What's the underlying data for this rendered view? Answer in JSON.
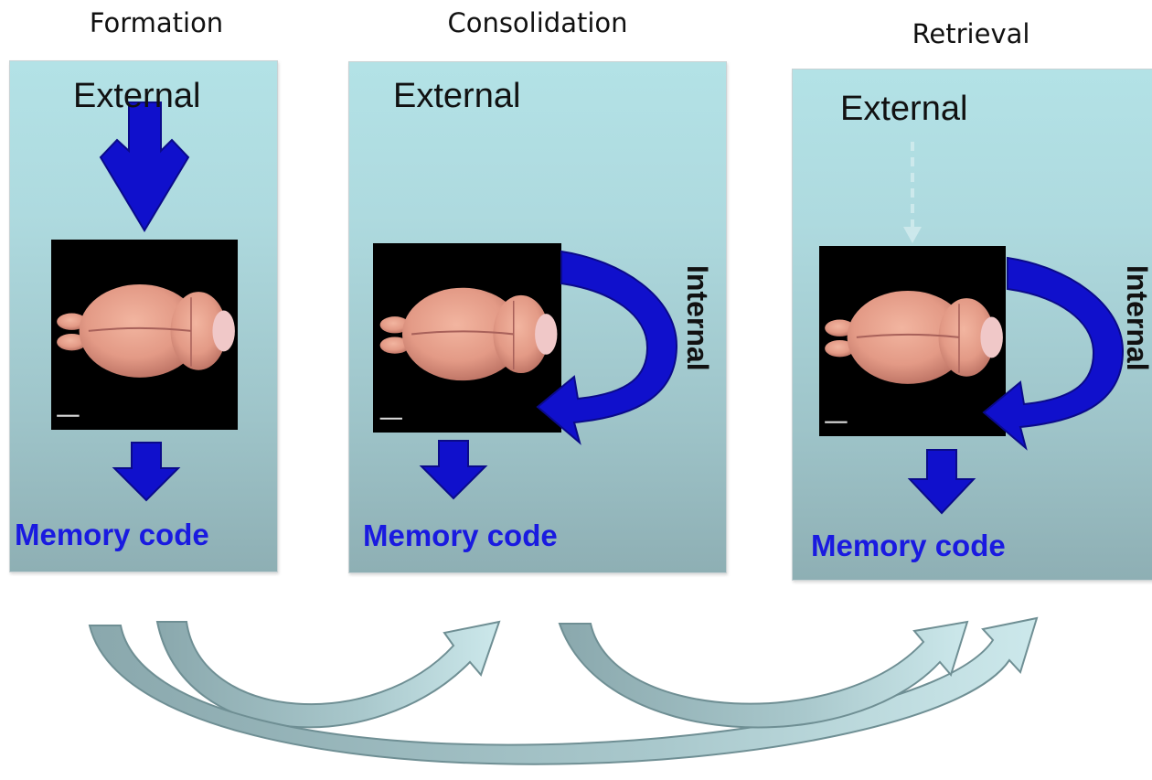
{
  "stages": [
    {
      "title": "Formation",
      "external_label": "External",
      "memory_label": "Memory code"
    },
    {
      "title": "Consolidation",
      "external_label": "External",
      "internal_label": "Internal",
      "memory_label": "Memory code"
    },
    {
      "title": "Retrieval",
      "external_label": "External",
      "internal_label": "Internal",
      "memory_label": "Memory code"
    }
  ],
  "colors": {
    "arrow_blue": "#1010cc",
    "arrow_blue_outline": "#0a0a8a",
    "panel_top": "#b3e2e6",
    "panel_bottom": "#8eafb4",
    "transition_arrow": "#8faeb3",
    "memory_text": "#1a1ae0"
  }
}
